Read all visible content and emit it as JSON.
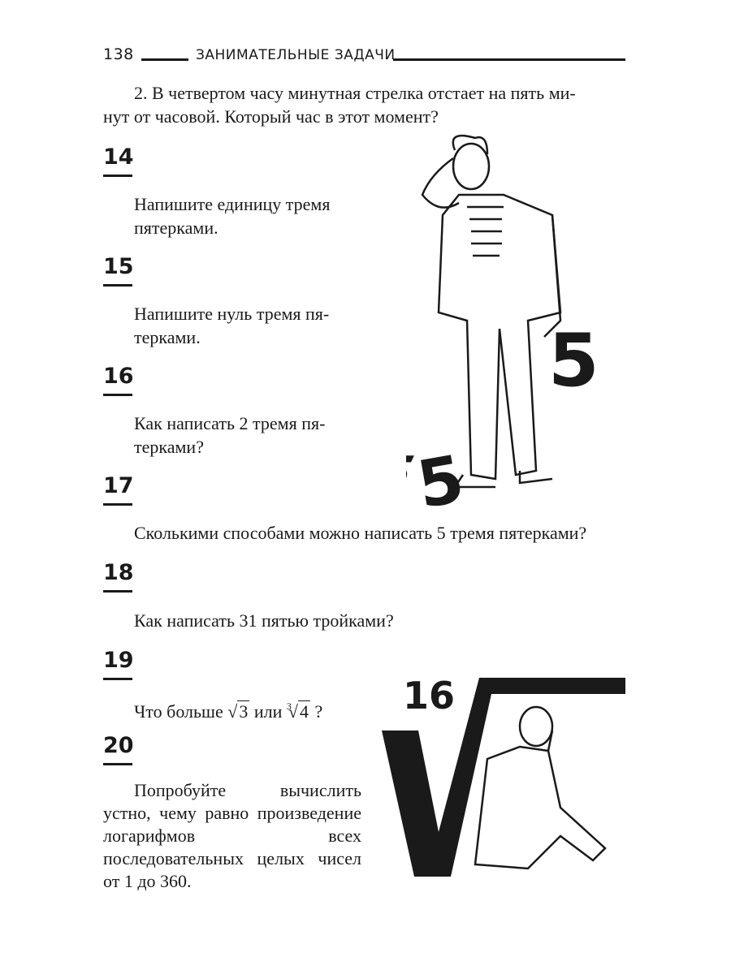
{
  "header": {
    "page_number": "138",
    "running_title": "ЗАНИМАТЕЛЬНЫЕ ЗАДАЧИ"
  },
  "intro": {
    "text": "2. В четвертом часу минутная стрелка отстает на пять минут от часовой. Который час в этот момент?",
    "line1": "2. В четвертом часу минутная стрелка отстает на пять ми-",
    "line2": "нут от часовой. Который час в этот момент?"
  },
  "problems": [
    {
      "number": "14",
      "lines": [
        "Напишите единицу тремя",
        "пятерками."
      ]
    },
    {
      "number": "15",
      "lines": [
        "Напишите нуль тремя пя-",
        "терками."
      ]
    },
    {
      "number": "16",
      "lines": [
        "Как написать 2 тремя пя-",
        "терками?"
      ]
    },
    {
      "number": "17",
      "lines": [
        "Сколькими способами можно написать 5 тремя пятерками?"
      ]
    },
    {
      "number": "18",
      "lines": [
        "Как написать 31 пятью тройками?"
      ]
    },
    {
      "number": "19",
      "prefix": "Что больше",
      "a": "3",
      "middle": "или",
      "root_index": "3",
      "b": "4",
      "suffix": "?"
    },
    {
      "number": "20",
      "text": "Попробуйте вычислить устно, чему равно произведение логарифмов всех последовательных целых чисел от 1 до 360."
    }
  ],
  "illustrations": {
    "fives_digit": "5",
    "root_number": "16"
  }
}
